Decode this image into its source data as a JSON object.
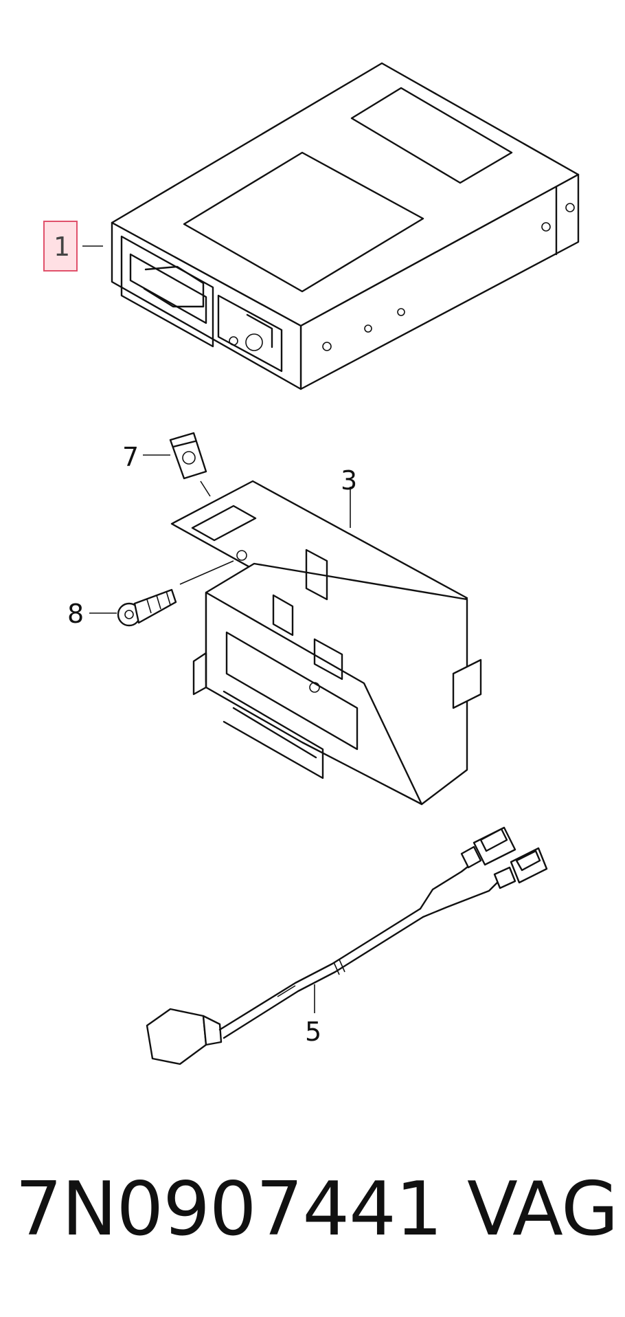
{
  "callouts": {
    "c1": "1",
    "c3": "3",
    "c5": "5",
    "c7": "7",
    "c8": "8"
  },
  "footer": {
    "part_number": "7N0907441",
    "brand": "VAG"
  },
  "colors": {
    "highlight_fill": "#ffe0e4",
    "highlight_stroke": "#e0506a",
    "ink": "#111111"
  }
}
